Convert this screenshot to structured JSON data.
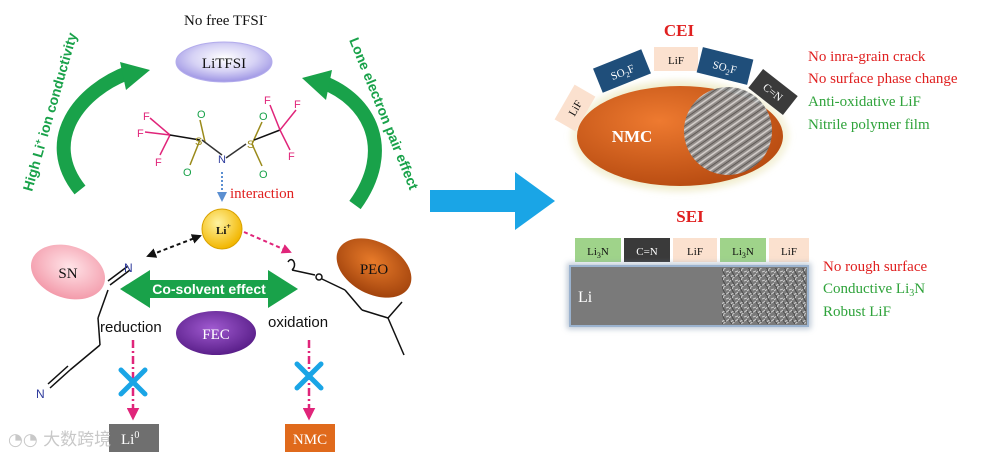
{
  "left": {
    "top_label": "No free TFSI",
    "top_label_sup": "-",
    "litfsi": "LiTFSI",
    "left_arrow_label": "High Li",
    "left_arrow_sup": "+",
    "left_arrow_label2": " ion conductivity",
    "right_arrow_label": "Lone electron pair effect",
    "interaction": "interaction",
    "li_ion": "Li",
    "li_ion_sup": "+",
    "sn": "SN",
    "peo": "PEO",
    "fec": "FEC",
    "co_solvent": "Co-solvent effect",
    "reduction": "reduction",
    "oxidation": "oxidation",
    "li_metal": "Li",
    "li_metal_sup": "0",
    "nmc_box": "NMC",
    "atoms": {
      "F": "F",
      "S": "S",
      "O": "O",
      "N": "N"
    }
  },
  "cei": {
    "title": "CEI",
    "core": "NMC",
    "segments": [
      {
        "text": "LiF"
      },
      {
        "text": "SO",
        "sub": "2",
        "tail": "F"
      },
      {
        "text": "LiF"
      },
      {
        "text": "SO",
        "sub": "2",
        "tail": "F"
      },
      {
        "text": "C=N"
      }
    ],
    "notes": [
      {
        "text": "No inra-grain crack",
        "color": "#e02020"
      },
      {
        "text": "No surface phase change",
        "color": "#e02020"
      },
      {
        "text": "Anti-oxidative LiF",
        "color": "#2fa33b"
      },
      {
        "text": "Nitrile polymer film",
        "color": "#2fa33b"
      }
    ]
  },
  "sei": {
    "title": "SEI",
    "layers": [
      {
        "text": "Li",
        "sub": "3",
        "tail": "N"
      },
      {
        "text": "C=N"
      },
      {
        "text": "LiF"
      },
      {
        "text": "Li",
        "sub": "3",
        "tail": "N"
      },
      {
        "text": "LiF"
      }
    ],
    "substrate": "Li",
    "notes": [
      {
        "text": "No rough surface",
        "color": "#e02020"
      },
      {
        "text": "Conductive Li",
        "sub": "3",
        "tail": "N",
        "color": "#2fa33b"
      },
      {
        "text": "Robust LiF",
        "color": "#2fa33b"
      }
    ]
  },
  "watermark": "大数跨境",
  "colors": {
    "green": "#19a24a",
    "red": "#e02020",
    "pink": "#e0257a",
    "blue_arrow": "#1aa5e6",
    "navy": "#1f4e7a",
    "orange": "#e06a1c",
    "cross": "#1aa5e6"
  }
}
